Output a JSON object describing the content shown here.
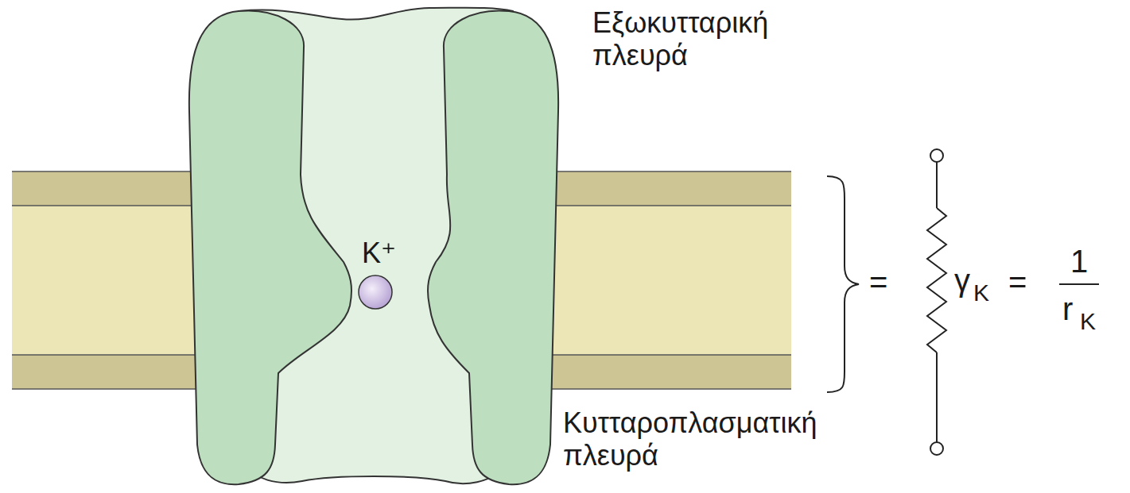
{
  "diagram": {
    "labels": [
      "Εξωκυτταρική πλευρά",
      "Κυτταροπλασματική πλευρά",
      "K⁺",
      "=",
      "γ",
      "K",
      "=",
      "1",
      "r",
      "K"
    ]
  }
}
